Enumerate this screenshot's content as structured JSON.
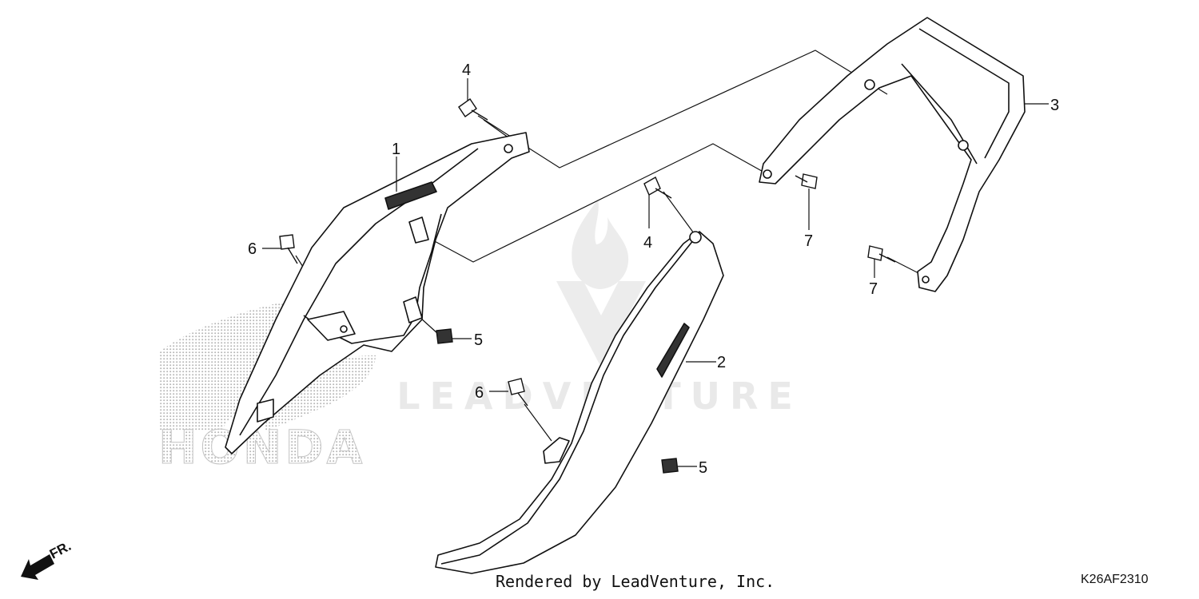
{
  "watermark": {
    "text": "LEADVENTURE"
  },
  "brand_mark": {
    "text": "HONDA"
  },
  "direction": {
    "label": "FR."
  },
  "callouts": {
    "c1": "1",
    "c2": "2",
    "c3": "3",
    "c4a": "4",
    "c4b": "4",
    "c5a": "5",
    "c5b": "5",
    "c6a": "6",
    "c6b": "6",
    "c7a": "7",
    "c7b": "7"
  },
  "footer": {
    "credit": "Rendered by LeadVenture, Inc.",
    "diagram_code": "K26AF2310"
  },
  "colors": {
    "line": "#111111",
    "watermark": "#e6e6e6",
    "brand_dots": "#b9b9b9"
  }
}
